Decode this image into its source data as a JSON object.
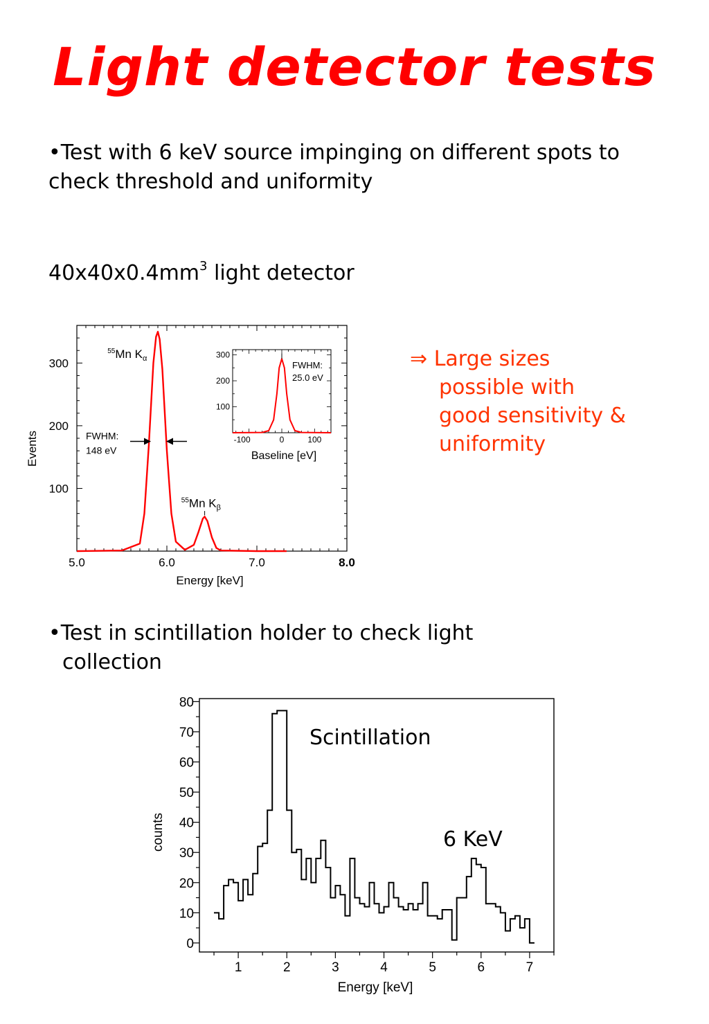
{
  "slide": {
    "title": "Light detector tests",
    "bullet1": "•Test with 6 keV source impinging on different spots to check threshold and uniformity",
    "detector_text": "40x40x0.4mm",
    "detector_sup": "3",
    "detector_suffix": " light detector",
    "conclusion": {
      "arrow": "⇒",
      "line1": "Large sizes",
      "line2": "possible with",
      "line3": "good sensitivity &",
      "line4": "uniformity"
    },
    "bullet2_line1": "•Test in scintillation holder to check light",
    "bullet2_line2": "collection",
    "colors": {
      "title": "#ff0000",
      "conclusion": "#ff3300",
      "fit": "#ff0000"
    }
  },
  "chart_data": [
    {
      "type": "line",
      "xlabel": "Energy [keV]",
      "ylabel": "Events",
      "xlim": [
        5.0,
        8.0
      ],
      "ylim": [
        0,
        360
      ],
      "xticks": [
        "5.0",
        "6.0",
        "7.0",
        "8.0"
      ],
      "yticks": [
        100,
        200,
        300
      ],
      "series": [
        {
          "x": [
            5.0,
            5.5,
            5.7,
            5.75,
            5.8,
            5.85,
            5.88,
            5.9,
            5.92,
            5.95,
            6.0,
            6.05,
            6.1,
            6.2,
            6.3,
            6.35,
            6.4,
            6.42,
            6.45,
            6.5,
            6.55,
            6.6,
            7.0,
            7.33
          ],
          "y": [
            0,
            1,
            12,
            60,
            170,
            300,
            342,
            350,
            338,
            290,
            160,
            60,
            15,
            2,
            10,
            30,
            52,
            55,
            48,
            22,
            5,
            1,
            0,
            0
          ]
        }
      ],
      "annotations": [
        {
          "text": "55",
          "label": "Mn K",
          "sub": "α",
          "x": 5.8,
          "y": 308
        },
        {
          "text": "55",
          "label": "Mn K",
          "sub": "β",
          "x": 6.42,
          "y": 70
        },
        {
          "text": "FWHM:",
          "x": 5.1,
          "y": 185
        },
        {
          "text": "148 eV",
          "x": 5.1,
          "y": 162
        }
      ],
      "inset": {
        "xlabel": "Baseline [eV]",
        "xlim": [
          -150,
          150
        ],
        "ylim": [
          0,
          320
        ],
        "xticks": [
          -100,
          0,
          100
        ],
        "yticks": [
          100,
          200,
          300
        ],
        "x": [
          -150,
          -60,
          -40,
          -25,
          -15,
          -8,
          0,
          8,
          15,
          25,
          40,
          60,
          150
        ],
        "y": [
          0,
          1,
          8,
          50,
          150,
          250,
          285,
          250,
          150,
          50,
          8,
          1,
          0
        ],
        "annotations": [
          "FWHM:",
          "25.0 eV"
        ]
      }
    },
    {
      "type": "line",
      "xlabel": "Energy  [keV]",
      "ylabel": "counts",
      "xlim": [
        0.2,
        7.5
      ],
      "ylim": [
        -3,
        81
      ],
      "xticks": [
        1,
        2,
        3,
        4,
        5,
        6,
        7
      ],
      "yticks": [
        0,
        10,
        20,
        30,
        40,
        50,
        60,
        70,
        80
      ],
      "x_edges": [
        0.5,
        0.6,
        0.7,
        0.8,
        0.9,
        1.0,
        1.1,
        1.2,
        1.3,
        1.4,
        1.5,
        1.6,
        1.7,
        1.8,
        1.9,
        2.0,
        2.1,
        2.2,
        2.3,
        2.4,
        2.5,
        2.6,
        2.7,
        2.8,
        2.9,
        3.0,
        3.1,
        3.2,
        3.3,
        3.4,
        3.5,
        3.6,
        3.7,
        3.8,
        3.9,
        4.0,
        4.1,
        4.2,
        4.3,
        4.4,
        4.5,
        4.6,
        4.7,
        4.8,
        4.9,
        5.0,
        5.1,
        5.2,
        5.3,
        5.4,
        5.5,
        5.6,
        5.7,
        5.8,
        5.9,
        6.0,
        6.1,
        6.2,
        6.3,
        6.4,
        6.5,
        6.6,
        6.7,
        6.8,
        6.9,
        7.0,
        7.1
      ],
      "counts": [
        10,
        8,
        19,
        21,
        20,
        14,
        21,
        16,
        23,
        32,
        33,
        44,
        76,
        77,
        77,
        44,
        30,
        31,
        21,
        28,
        20,
        28,
        34,
        25,
        15,
        19,
        16,
        9,
        28,
        15,
        13,
        12,
        20,
        13,
        10,
        12,
        20,
        15,
        12,
        11,
        13,
        11,
        13,
        20,
        9,
        9,
        8,
        11,
        11,
        1,
        15,
        15,
        22,
        28,
        26,
        25,
        13,
        13,
        12,
        10,
        4,
        8,
        9,
        5,
        8,
        0
      ],
      "annotations": [
        "Scintillation",
        "6 KeV"
      ]
    }
  ]
}
